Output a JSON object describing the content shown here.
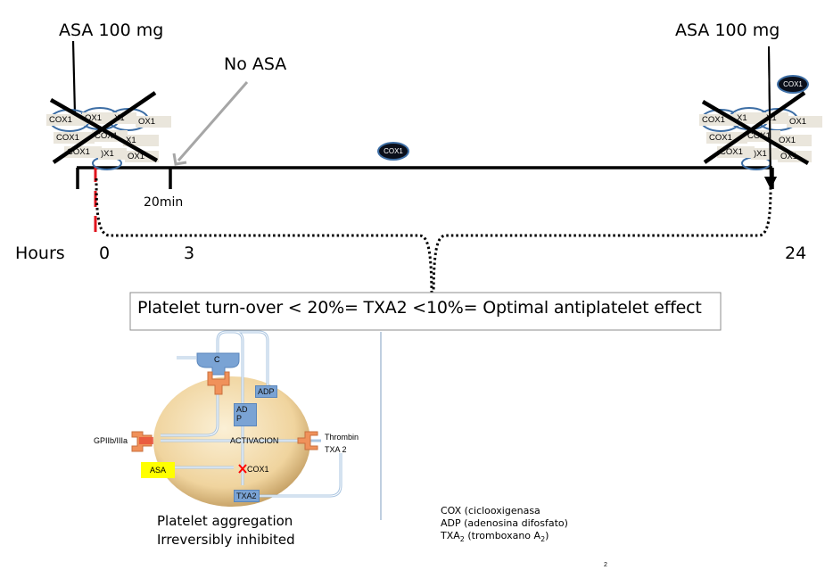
{
  "timeline": {
    "dose_left_label": "ASA 100 mg",
    "dose_right_label": "ASA 100 mg",
    "no_asa_label": "No ASA",
    "twenty_min_label": "20min",
    "hours_label": "Hours",
    "ticks": [
      "0",
      "3",
      "24"
    ],
    "cox_chip_label": "COX1",
    "cox_chip_partial_a": "OX1",
    "cox_chip_partial_b": "X1",
    "cox_chip_partial_c": ")X1",
    "free_cox_label": "COX1"
  },
  "summary_box": {
    "text": "Platelet turn-over < 20%= TXA2 <10%= Optimal antiplatelet effect"
  },
  "platelet_diagram": {
    "receptor_top_label": "C",
    "adp_outer_label": "ADP",
    "adp_inner_label_line1": "AD",
    "adp_inner_label_line2": "P",
    "gpiib_label": "GPIIb/IIIa",
    "activation_label": "ACTIVACION",
    "thrombin_label": "Thrombin",
    "txa2_outer_label": "TXA 2",
    "asa_label": "ASA",
    "cox1_label": "COX1",
    "txa2_box_label": "TXA2",
    "caption_line1": "Platelet aggregation",
    "caption_line2": "Irreversibly inhibited",
    "colors": {
      "platelet_fill": "#f2d9a6",
      "receptor_blue": "#7aa3d4",
      "receptor_orange": "#f0915a",
      "asa_yellow": "#ffff00",
      "inhibit_red": "#ff0000"
    }
  },
  "legend": {
    "lines": [
      {
        "text": "COX (ciclooxigenasa"
      },
      {
        "text": "ADP (adenosina difosfato)"
      },
      {
        "prefix": "TXA",
        "sub": "2",
        "middle": " (tromboxano A",
        "sub2": "2",
        "suffix": ")"
      }
    ]
  },
  "footer": {
    "stray_mark": "2"
  },
  "colors": {
    "timeline": "#000000",
    "dose_marker_red": "#e0141e",
    "no_asa_arrow": "#a6a6a6",
    "oval_border": "#3d6ea5"
  }
}
